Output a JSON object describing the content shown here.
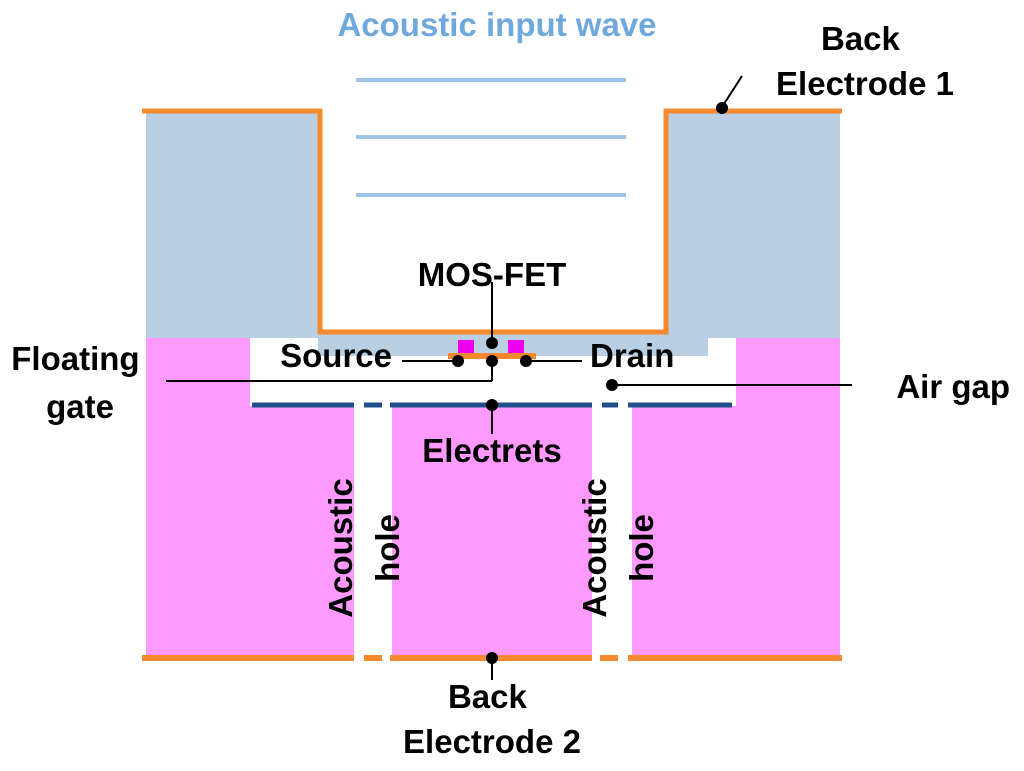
{
  "title": "Acoustic input wave",
  "labels": {
    "back_electrode_1": [
      "Back",
      "Electrode 1"
    ],
    "mosfet": "MOS-FET",
    "floating_gate": [
      "Floating",
      "gate"
    ],
    "source": "Source",
    "drain": "Drain",
    "air_gap": "Air gap",
    "electrets": "Electrets",
    "acoustic_hole_left": [
      "Acoustic",
      "hole"
    ],
    "acoustic_hole_right": [
      "Acoustic",
      "hole"
    ],
    "back_electrode_2": [
      "Back",
      "Electrode 2"
    ]
  },
  "colors": {
    "diaphragm": "#b8cfe4",
    "substrate": "#fe99fd",
    "electrode": "#f6892e",
    "electret": "#1f4e8c",
    "wave": "#9dc3e6",
    "title": "#6fa8dc",
    "fet_gate": "#ee00ee",
    "leader": "#000000"
  }
}
